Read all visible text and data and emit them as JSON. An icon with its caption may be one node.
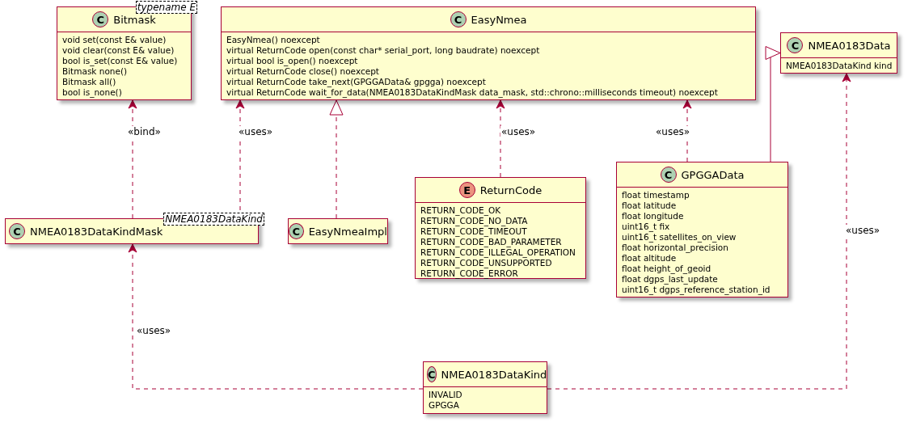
{
  "diagram": {
    "nodes": [
      {
        "text": [
          "C",
          "Bitmask",
          "typename E",
          "void set(const E& value)",
          "void clear(const E& value)",
          "bool is_set(const E& value)",
          "Bitmask none()",
          "Bitmask all()",
          "bool is_none()"
        ]
      },
      {
        "text": [
          "C",
          "EasyNmea",
          "EasyNmea() noexcept",
          "virtual ReturnCode open(const char* serial_port, long baudrate) noexcept",
          "virtual bool is_open() noexcept",
          "virtual ReturnCode close() noexcept",
          "virtual ReturnCode take_next(GPGGAData& gpgga) noexcept",
          "virtual ReturnCode wait_for_data(NMEA0183DataKindMask data_mask, std::chrono::milliseconds timeout) noexcept"
        ]
      },
      {
        "text": [
          "C",
          "NMEA0183Data",
          "NMEA0183DataKind kind"
        ]
      },
      {
        "text": [
          "C",
          "NMEA0183DataKindMask",
          "NMEA0183DataKind"
        ]
      },
      {
        "text": [
          "C",
          "EasyNmeaImpl"
        ]
      },
      {
        "text": [
          "E",
          "ReturnCode",
          "RETURN_CODE_OK",
          "RETURN_CODE_NO_DATA",
          "RETURN_CODE_TIMEOUT",
          "RETURN_CODE_BAD_PARAMETER",
          "RETURN_CODE_ILLEGAL_OPERATION",
          "RETURN_CODE_UNSUPPORTED",
          "RETURN_CODE_ERROR"
        ]
      },
      {
        "text": [
          "C",
          "GPGGAData",
          "float timestamp",
          "float latitude",
          "float longitude",
          "uint16_t fix",
          "uint16_t satellites_on_view",
          "float horizontal_precision",
          "float altitude",
          "float height_of_geoid",
          "float dgps_last_update",
          "uint16_t dgps_reference_station_id"
        ]
      },
      {
        "text": [
          "C",
          "NMEA0183DataKind",
          "INVALID",
          "GPGGA"
        ]
      }
    ],
    "edges": [
      {
        "from": 3,
        "to": 0,
        "arrow": "to",
        "style": "dashed",
        "label": "«bind»"
      },
      {
        "from": 3,
        "to": 1,
        "arrow": "to",
        "style": "dashed",
        "label": "«uses»"
      },
      {
        "from": 4,
        "to": 1,
        "arrow": "to",
        "style": "dashed"
      },
      {
        "from": 5,
        "to": 1,
        "arrow": "to",
        "style": "dashed",
        "label": "«uses»"
      },
      {
        "from": 6,
        "to": 1,
        "arrow": "to",
        "style": "dashed",
        "label": "«uses»"
      },
      {
        "from": 6,
        "to": 2,
        "arrow": "to"
      },
      {
        "from": 7,
        "to": 3,
        "arrow": "to",
        "style": "dashed",
        "label": "«uses»"
      },
      {
        "from": 7,
        "to": 2,
        "arrow": "to",
        "style": "dashed",
        "label": "«uses»"
      }
    ]
  }
}
